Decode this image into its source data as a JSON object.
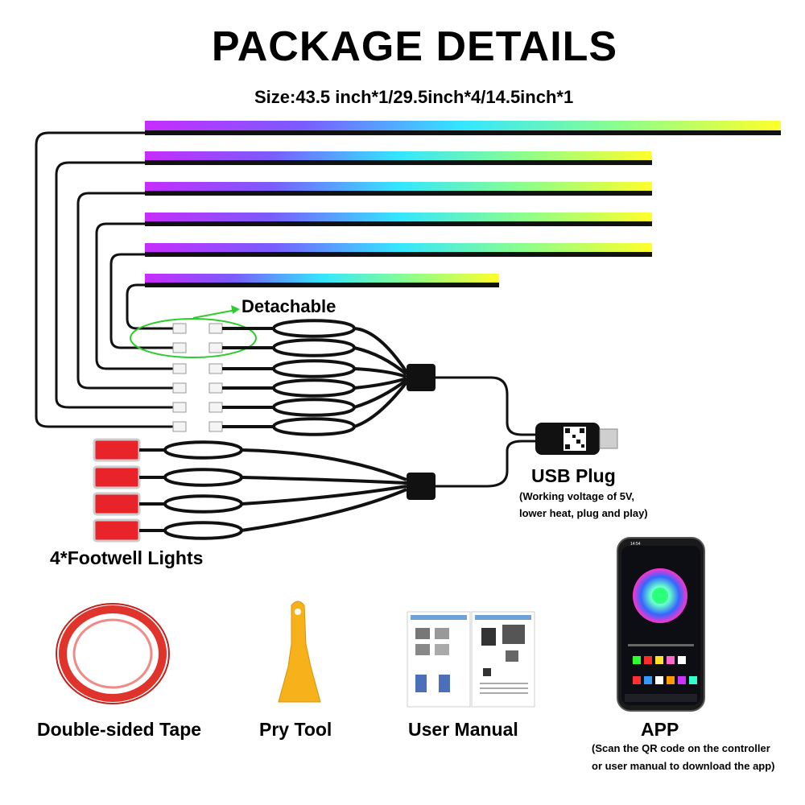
{
  "title": "PACKAGE DETAILS",
  "size_line": "Size:43.5 inch*1/29.5inch*4/14.5inch*1",
  "detachable": "Detachable",
  "usb": {
    "title": "USB Plug",
    "note_line1": "(Working voltage of 5V,",
    "note_line2": "lower heat, plug and play)"
  },
  "footwell": "4*Footwell Lights",
  "items": {
    "tape": "Double-sided Tape",
    "pry": "Pry Tool",
    "manual": "User Manual",
    "app": "APP"
  },
  "app_note": {
    "line1": "(Scan the QR code on the controller",
    "line2": "or  user manual to download the app)"
  },
  "phone": {
    "time": "14:54"
  },
  "colors": {
    "rgb_start": "#cc33ff",
    "rgb_mid": "#33e6ff",
    "rgb_end": "#ffff33",
    "pad_red": "#e8232a",
    "pry_yellow": "#f7b21b",
    "tape_red": "#e0332c",
    "arrow_green": "#2dcc2d"
  },
  "icons": [
    "led-strip-icon",
    "connector-icon",
    "usb-plug-icon",
    "footwell-pad-icon",
    "tape-roll-icon",
    "pry-tool-icon",
    "manual-icon",
    "phone-icon",
    "qr-code-icon"
  ]
}
